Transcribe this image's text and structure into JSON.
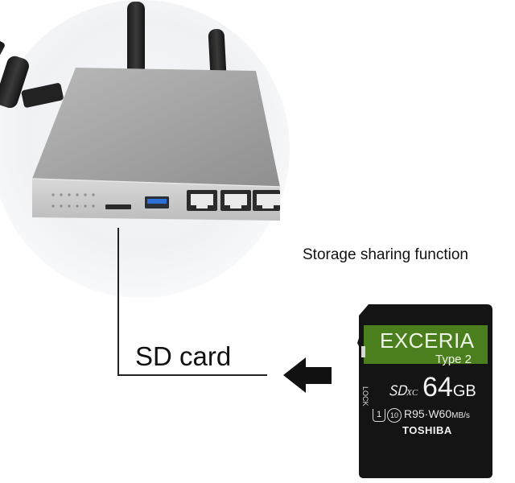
{
  "caption": "Storage sharing function",
  "sd_label": "SD card",
  "card": {
    "brand_line": "EXCERIA",
    "type_line": "Type 2",
    "capacity": "64",
    "capacity_unit": "GB",
    "speed": "R95·W60",
    "speed_unit": "MB/s",
    "maker": "TOSHIBA",
    "lock": "LOCK",
    "class_badge": "10",
    "uhs_badge": "1"
  },
  "colors": {
    "card_body": "#141414",
    "card_accent": "#4b7f1e",
    "card_text": "#e9e9e9",
    "router_body": "#a7a7a7",
    "glow": "#eef0f4",
    "line": "#222222"
  }
}
